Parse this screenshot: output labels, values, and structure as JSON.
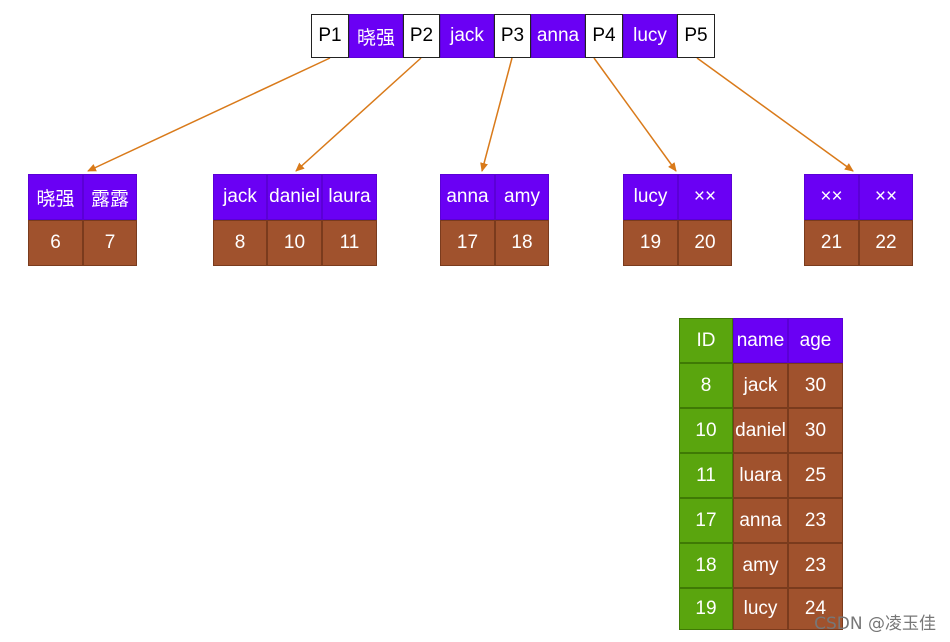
{
  "root": {
    "cells": [
      {
        "text": "P1",
        "kind": "pointer"
      },
      {
        "text": "晓强",
        "kind": "key"
      },
      {
        "text": "P2",
        "kind": "pointer"
      },
      {
        "text": "jack",
        "kind": "key"
      },
      {
        "text": "P3",
        "kind": "pointer"
      },
      {
        "text": "anna",
        "kind": "key"
      },
      {
        "text": "P4",
        "kind": "pointer"
      },
      {
        "text": "lucy",
        "kind": "key"
      },
      {
        "text": "P5",
        "kind": "pointer"
      }
    ]
  },
  "leaves": [
    {
      "keys": [
        "晓强",
        "露露"
      ],
      "values": [
        "6",
        "7"
      ]
    },
    {
      "keys": [
        "jack",
        "daniel",
        "laura"
      ],
      "values": [
        "8",
        "10",
        "11"
      ]
    },
    {
      "keys": [
        "anna",
        "amy"
      ],
      "values": [
        "17",
        "18"
      ]
    },
    {
      "keys": [
        "lucy",
        "××"
      ],
      "values": [
        "19",
        "20"
      ]
    },
    {
      "keys": [
        "××",
        "××"
      ],
      "values": [
        "21",
        "22"
      ]
    }
  ],
  "table": {
    "headers": [
      "ID",
      "name",
      "age"
    ],
    "rows": [
      [
        "8",
        "jack",
        "30"
      ],
      [
        "10",
        "daniel",
        "30"
      ],
      [
        "11",
        "luara",
        "25"
      ],
      [
        "17",
        "anna",
        "23"
      ],
      [
        "18",
        "amy",
        "23"
      ],
      [
        "19",
        "lucy",
        "24"
      ]
    ]
  },
  "watermark": "CSDN @凌玉佳",
  "colors": {
    "key_fill": "#6a00f4",
    "value_fill": "#a0522d",
    "id_fill": "#5aa50e",
    "arrow": "#d97a1a"
  }
}
